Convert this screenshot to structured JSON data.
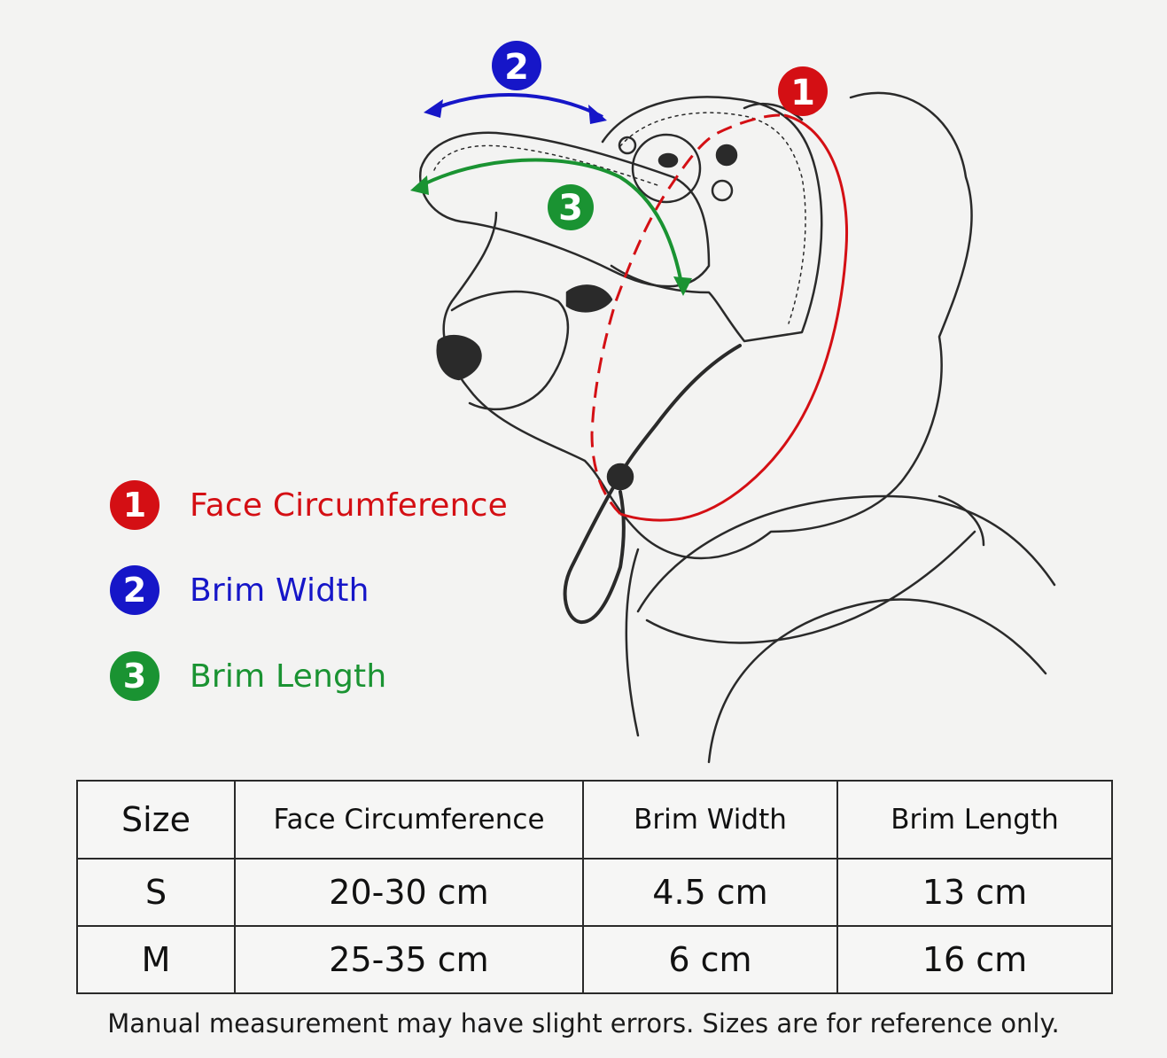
{
  "colors": {
    "face": "#d40f14",
    "brim_width": "#1616c8",
    "brim_length": "#1a9332",
    "outline": "#2a2a2a",
    "background": "#f3f3f2"
  },
  "diagram": {
    "markers": [
      {
        "number": "1",
        "color": "#d40f14"
      },
      {
        "number": "2",
        "color": "#1616c8"
      },
      {
        "number": "3",
        "color": "#1a9332"
      }
    ]
  },
  "legend": [
    {
      "number": "1",
      "label": "Face Circumference",
      "color": "#d40f14"
    },
    {
      "number": "2",
      "label": "Brim Width",
      "color": "#1616c8"
    },
    {
      "number": "3",
      "label": "Brim Length",
      "color": "#1a9332"
    }
  ],
  "table": {
    "headers": [
      "Size",
      "Face Circumference",
      "Brim Width",
      "Brim Length"
    ],
    "rows": [
      [
        "S",
        "20-30 cm",
        "4.5 cm",
        "13 cm"
      ],
      [
        "M",
        "25-35 cm",
        "6 cm",
        "16 cm"
      ]
    ]
  },
  "footnote": "Manual measurement may have slight errors. Sizes are for reference only."
}
